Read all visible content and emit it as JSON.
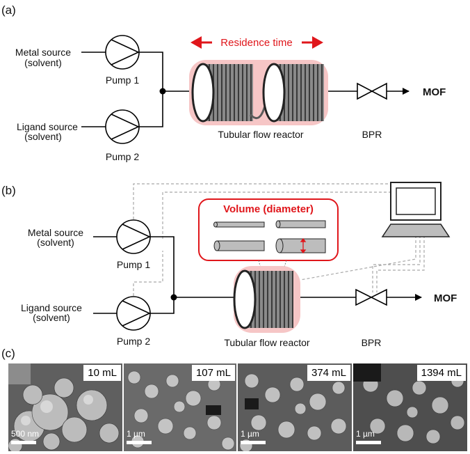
{
  "panel_a": {
    "label": "(a)",
    "metal_source": [
      "Metal source",
      "(solvent)"
    ],
    "ligand_source": [
      "Ligand source",
      "(solvent)"
    ],
    "pump1": "Pump 1",
    "pump2": "Pump 2",
    "residence_time": "Residence time",
    "reactor": "Tubular flow reactor",
    "bpr": "BPR",
    "product": "MOF"
  },
  "panel_b": {
    "label": "(b)",
    "metal_source": [
      "Metal source",
      "(solvent)"
    ],
    "ligand_source": [
      "Ligand source",
      "(solvent)"
    ],
    "pump1": "Pump 1",
    "pump2": "Pump 2",
    "volume_title": "Volume (diameter)",
    "reactor": "Tubular flow reactor",
    "bpr": "BPR",
    "product": "MOF"
  },
  "panel_c": {
    "label": "(c)",
    "images": [
      {
        "volume": "10 mL",
        "scale": "500 nm"
      },
      {
        "volume": "107 mL",
        "scale": "1 µm"
      },
      {
        "volume": "374 mL",
        "scale": "1 µm"
      },
      {
        "volume": "1394 mL",
        "scale": "1 µm"
      }
    ]
  },
  "colors": {
    "accent_red": "#e0161b",
    "reactor_glow": "#f6c6c6",
    "coil_gray": "#6f6f6f",
    "tube_gray": "#bdbdbd",
    "dashed_gray": "#a8a8a8"
  }
}
